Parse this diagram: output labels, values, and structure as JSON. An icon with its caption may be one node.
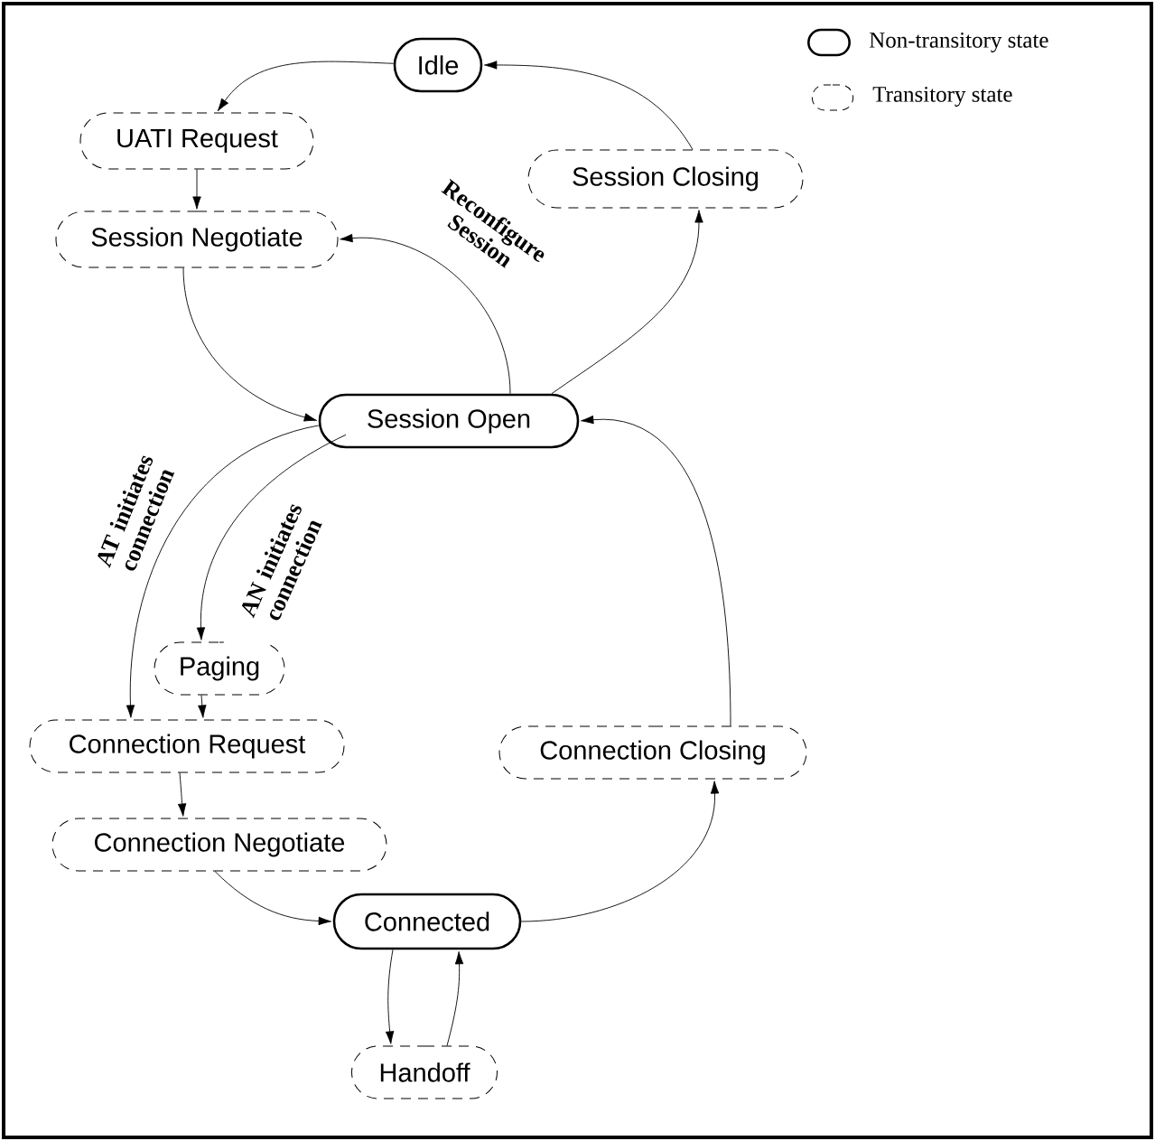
{
  "diagram": {
    "nodes": [
      {
        "text": [
          "Idle"
        ]
      },
      {
        "text": [
          "UATI Request"
        ]
      },
      {
        "text": [
          "Session Negotiate"
        ]
      },
      {
        "text": [
          "Session Closing"
        ]
      },
      {
        "text": [
          "Session Open"
        ]
      },
      {
        "text": [
          "Paging"
        ]
      },
      {
        "text": [
          "Connection Request"
        ]
      },
      {
        "text": [
          "Connection Closing"
        ]
      },
      {
        "text": [
          "Connection Negotiate"
        ]
      },
      {
        "text": [
          "Connected"
        ]
      },
      {
        "text": [
          "Handoff"
        ]
      }
    ],
    "edges": [
      {
        "from": 0,
        "to": 1,
        "arrow": "to"
      },
      {
        "from": 1,
        "to": 2,
        "arrow": "to"
      },
      {
        "from": 2,
        "to": 4,
        "arrow": "to"
      },
      {
        "from": 4,
        "to": 2,
        "arrow": "to",
        "label": "Reconfigure Session"
      },
      {
        "from": 4,
        "to": 3,
        "arrow": "to"
      },
      {
        "from": 3,
        "to": 0,
        "arrow": "to"
      },
      {
        "from": 4,
        "to": 6,
        "arrow": "to",
        "label": "AT initiates connection"
      },
      {
        "from": 4,
        "to": 5,
        "arrow": "to",
        "label": "AN initiates connection"
      },
      {
        "from": 5,
        "to": 6,
        "arrow": "to"
      },
      {
        "from": 6,
        "to": 8,
        "arrow": "to"
      },
      {
        "from": 8,
        "to": 9,
        "arrow": "to"
      },
      {
        "from": 9,
        "to": 7,
        "arrow": "to"
      },
      {
        "from": 7,
        "to": 4,
        "arrow": "to"
      },
      {
        "from": 9,
        "to": 10,
        "arrow": "to"
      },
      {
        "from": 10,
        "to": 9,
        "arrow": "to"
      }
    ],
    "legend": [
      {
        "text": "Non-transitory state"
      },
      {
        "text": "Transitory state"
      }
    ]
  }
}
